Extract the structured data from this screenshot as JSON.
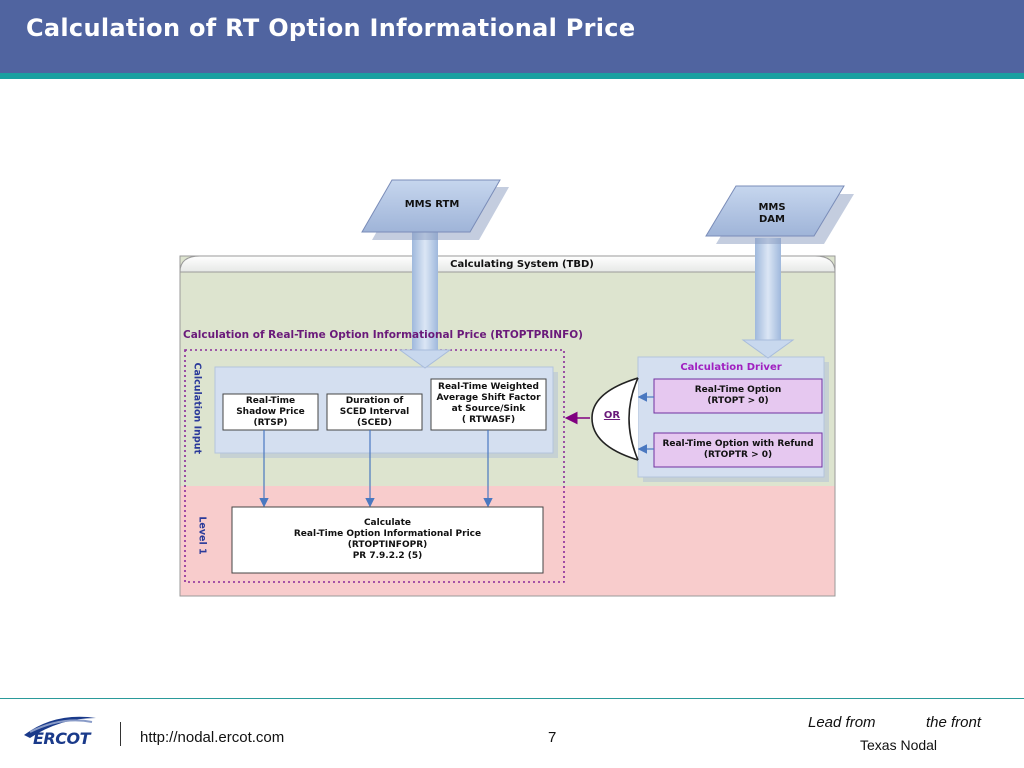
{
  "header": {
    "title": "Calculation of RT Option Informational Price"
  },
  "diagram": {
    "mms_rtm": "MMS RTM",
    "mms_dam": "MMS\nDAM",
    "calculating_system": "Calculating System (TBD)",
    "section_title": "Calculation of Real-Time Option Informational Price (RTOPTPRINFO)",
    "calculation_input_label": "Calculation Input",
    "level_label": "Level 1",
    "rtsp_box": "Real-Time\nShadow Price\n(RTSP)",
    "sced_box": "Duration of\nSCED Interval\n(SCED)",
    "rtwasf_box": "Real-Time Weighted\nAverage Shift Factor\nat Source/Sink\n( RTWASF)",
    "calculate_box": "Calculate\nReal-Time Option Informational  Price\n(RTOPTINFOPR)\nPR 7.9.2.2 (5)",
    "calculation_driver": "Calculation Driver",
    "rtopt_box": "Real-Time Option\n(RTOPT > 0)",
    "rtoptr_box": "Real-Time Option with Refund\n(RTOPTR > 0)",
    "or_label": "OR"
  },
  "colors": {
    "header": "#5064a0",
    "header_stripe": "#1aa0a0",
    "system_bg": "#dde4cf",
    "level_bg": "#f8cccc",
    "input_panel": "#d4dff0",
    "driver_box": "#e6c8f0",
    "section_title": "#6a1a7a",
    "driver_title": "#a020c0",
    "arrow_blue": "#4a78c0",
    "connector_purple": "#800080"
  },
  "footer": {
    "logo_text": "ERCOT",
    "url": "http://nodal.ercot.com",
    "page_number": "7",
    "tagline_a": "Lead from",
    "tagline_b": "the front",
    "tagline_c": "Texas Nodal"
  }
}
